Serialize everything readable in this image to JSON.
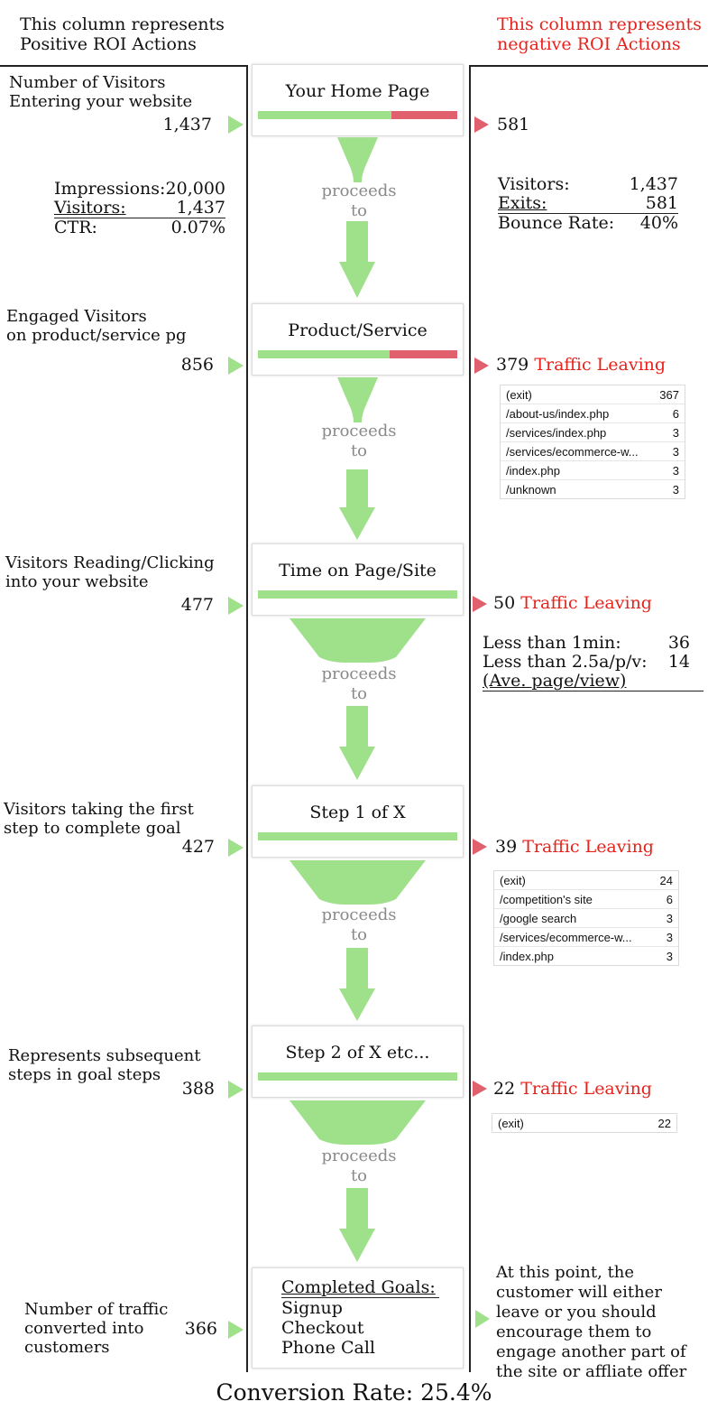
{
  "headers": {
    "left": [
      "This column represents",
      "Positive ROI Actions"
    ],
    "right": [
      "This column represents",
      "negative ROI Actions"
    ]
  },
  "steps": [
    {
      "left_label": [
        "Number of Visitors",
        "Entering your website"
      ],
      "value": "1,437",
      "box": "Your Home Page",
      "bar_pos": 0.6,
      "right_value": "581",
      "right_label": ""
    },
    {
      "left_label": [
        "Engaged Visitors",
        "on product/service pg"
      ],
      "value": "856",
      "box": "Product/Service",
      "bar_pos": 0.6,
      "right_value": "379",
      "right_label": "Traffic Leaving"
    },
    {
      "left_label": [
        "Visitors Reading/Clicking",
        "into your website"
      ],
      "value": "477",
      "box": "Time on Page/Site",
      "bar_pos": 1.0,
      "right_value": "50",
      "right_label": "Traffic Leaving"
    },
    {
      "left_label": [
        "Visitors taking the first",
        "step to complete goal"
      ],
      "value": "427",
      "box": "Step 1 of X",
      "bar_pos": 1.0,
      "right_value": "39",
      "right_label": "Traffic Leaving"
    },
    {
      "left_label": [
        "Represents subsequent",
        "steps in goal steps"
      ],
      "value": "388",
      "box": "Step 2 of X etc...",
      "bar_pos": 1.0,
      "right_value": "22",
      "right_label": "Traffic Leaving"
    }
  ],
  "proceeds": [
    "proceeds",
    "to"
  ],
  "impressions": {
    "impressions_label": "Impressions:",
    "impressions_value": "20,000",
    "visitors_label": "Visitors:",
    "visitors_value": "1,437",
    "ctr_label": "CTR:",
    "ctr_value": "0.07%"
  },
  "bounce": {
    "visitors_label": "Visitors:",
    "visitors_value": "1,437",
    "exits_label": "Exits:",
    "exits_value": "581",
    "bounce_label": "Bounce Rate:",
    "bounce_value": "40%"
  },
  "table1": [
    [
      "(exit)",
      "367"
    ],
    [
      "/about-us/index.php",
      "6"
    ],
    [
      "/services/index.php",
      "3"
    ],
    [
      "/services/ecommerce-w...",
      "3"
    ],
    [
      "/index.php",
      "3"
    ],
    [
      "/unknown",
      "3"
    ]
  ],
  "time_stats": {
    "less1_label": "Less than 1min:",
    "less1_value": "36",
    "less25_label": "Less than 2.5a/p/v:",
    "less25_value": "14",
    "ave_label": "(Ave. page/view)"
  },
  "table2": [
    [
      "(exit)",
      "24"
    ],
    [
      "/competition's site",
      "6"
    ],
    [
      "/google search",
      "3"
    ],
    [
      "/services/ecommerce-w...",
      "3"
    ],
    [
      "/index.php",
      "3"
    ]
  ],
  "table3": [
    [
      "(exit)",
      "22"
    ]
  ],
  "final": {
    "left_label": [
      "Number of traffic",
      "converted into",
      "customers"
    ],
    "value": "366",
    "box_title": "Completed Goals:",
    "box_items": [
      "Signup",
      "Checkout",
      "Phone Call"
    ],
    "right_text": [
      "At this point, the",
      "customer will either",
      "leave or you should",
      "encourage them to",
      "engage another part of",
      "the site or affliate offer"
    ]
  },
  "conversion": "Conversion Rate: 25.4%",
  "colors": {
    "positive": "#9fe08a",
    "negative": "#e0606e",
    "header_red": "#e5231c"
  }
}
